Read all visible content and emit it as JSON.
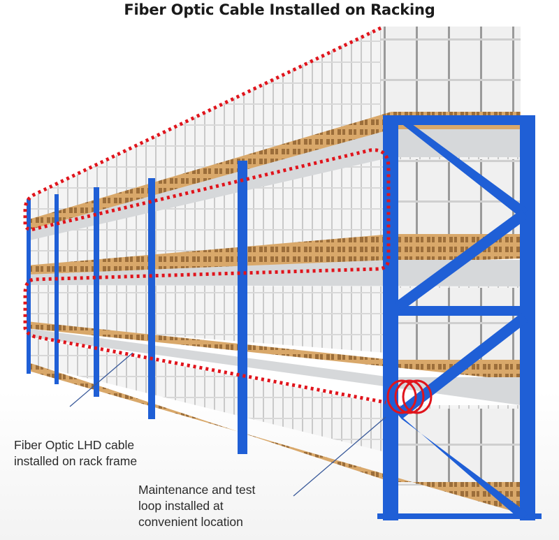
{
  "title": "Fiber Optic Cable Installed on Racking",
  "annotations": [
    {
      "id": "cable",
      "lines": [
        "Fiber Optic LHD cable",
        "installed on rack frame"
      ]
    },
    {
      "id": "loop",
      "lines": [
        "Maintenance and test",
        "loop installed at",
        "convenient location"
      ]
    }
  ],
  "colors": {
    "rack_blue": "#1f5fd6",
    "cable_red": "#e0141c",
    "pallet_wood": "#d9a86a",
    "box_white": "#f2f2f2",
    "beam_grey": "#d4d6d8",
    "pointer_line": "#3a5a9a"
  }
}
